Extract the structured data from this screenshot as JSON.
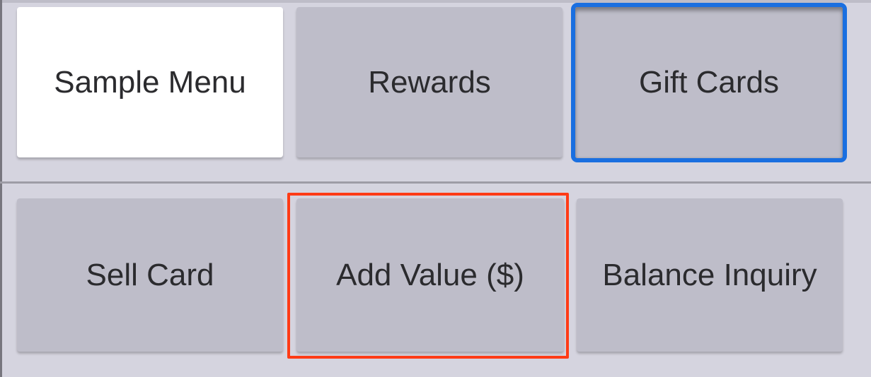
{
  "top_row": {
    "buttons": [
      {
        "label": "Sample Menu",
        "state": "default"
      },
      {
        "label": "Rewards",
        "state": "default"
      },
      {
        "label": "Gift Cards",
        "state": "selected"
      }
    ]
  },
  "bottom_row": {
    "buttons": [
      {
        "label": "Sell Card"
      },
      {
        "label": "Add Value ($)",
        "highlighted": true
      },
      {
        "label": "Balance Inquiry"
      }
    ]
  },
  "colors": {
    "background": "#d5d4df",
    "button": "#bebdc9",
    "button_active_white": "#ffffff",
    "focus_ring": "#1a6fe0",
    "annotation_box": "#ff3b16",
    "text": "#2b2b2e"
  }
}
